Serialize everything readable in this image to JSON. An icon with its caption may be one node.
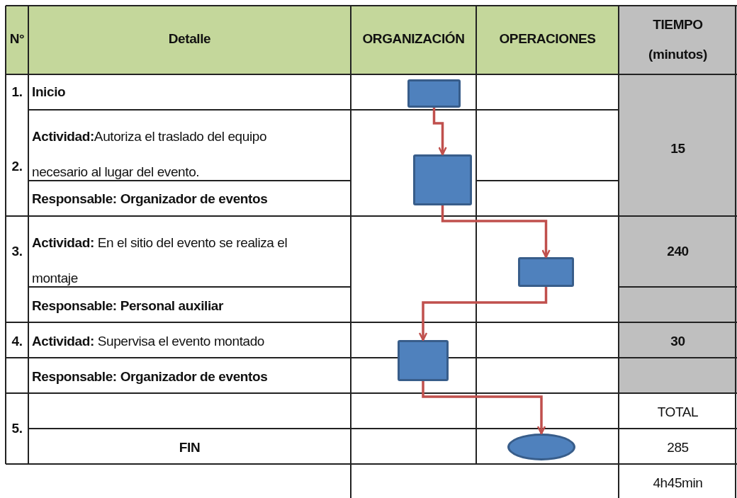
{
  "diagram": {
    "nodes": [
      {
        "text": [],
        "shape": "box"
      },
      {
        "text": [],
        "shape": "box"
      },
      {
        "text": [],
        "shape": "box"
      },
      {
        "text": [],
        "shape": "box"
      },
      {
        "text": [],
        "shape": "ellipse"
      }
    ],
    "edges": [
      {
        "from": 0,
        "to": 1,
        "arrow": "to"
      },
      {
        "from": 1,
        "to": 2,
        "arrow": "to"
      },
      {
        "from": 2,
        "to": 3,
        "arrow": "to"
      },
      {
        "from": 3,
        "to": 4,
        "arrow": "to"
      }
    ],
    "labels": [
      "N°",
      "Detalle",
      "ORGANIZACIÓN",
      "OPERACIONES",
      "TIEMPO (minutos)",
      "1.",
      "Inicio",
      "2.",
      "**Actividad:**Autoriza el traslado del equipo necesario al lugar del evento.",
      "15",
      "Responsable: Organizador de eventos",
      "3.",
      "**Actividad:** En el sitio del evento se realiza el montaje",
      "240",
      "Responsable: Personal auxiliar",
      "4.",
      "**Actividad:** Supervisa el evento montado",
      "30",
      "Responsable: Organizador de eventos",
      "5.",
      "TOTAL",
      "FIN",
      "285",
      "4h45min"
    ]
  }
}
